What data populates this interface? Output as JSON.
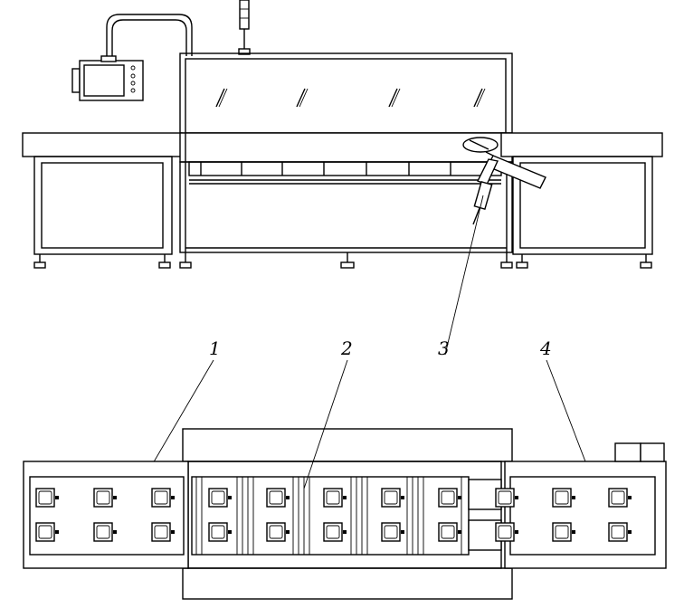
{
  "callouts": [
    {
      "id": "1",
      "text": "1"
    },
    {
      "id": "2",
      "text": "2"
    },
    {
      "id": "3",
      "text": "3"
    },
    {
      "id": "4",
      "text": "4"
    }
  ],
  "colors": {
    "line": "#000000",
    "background": "#ffffff"
  },
  "icons": [
    "control-panel-icon",
    "signal-tower-icon",
    "robot-arm-icon",
    "workpiece-icon"
  ]
}
